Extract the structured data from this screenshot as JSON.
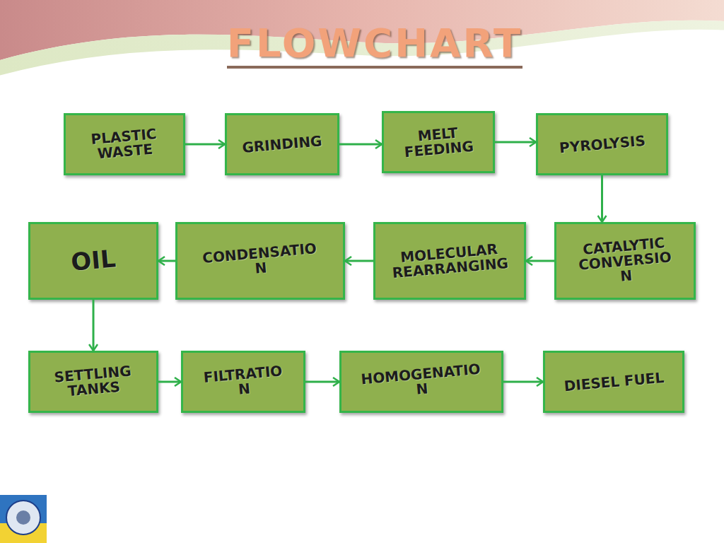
{
  "diagram": {
    "title": "FLOWCHART",
    "nodes": [
      {
        "text": [
          "PLASTIC WASTE"
        ]
      },
      {
        "text": [
          "GRINDING"
        ]
      },
      {
        "text": [
          "MELT FEEDING"
        ]
      },
      {
        "text": [
          "PYROLYSIS"
        ]
      },
      {
        "text": [
          "OIL"
        ]
      },
      {
        "text": [
          "CONDENSATIO N"
        ]
      },
      {
        "text": [
          "MOLECULAR REARRANGING"
        ]
      },
      {
        "text": [
          "CATALYTIC CONVERSIO N"
        ]
      },
      {
        "text": [
          "SETTLING TANKS"
        ]
      },
      {
        "text": [
          "FILTRATIO N"
        ]
      },
      {
        "text": [
          "HOMOGENATIO N"
        ]
      },
      {
        "text": [
          "DIESEL FUEL"
        ]
      }
    ],
    "edges": [
      {
        "from": 0,
        "to": 1,
        "arrow": "to"
      },
      {
        "from": 1,
        "to": 2,
        "arrow": "to"
      },
      {
        "from": 2,
        "to": 3,
        "arrow": "to"
      },
      {
        "from": 3,
        "to": 7,
        "arrow": "to"
      },
      {
        "from": 7,
        "to": 6,
        "arrow": "to"
      },
      {
        "from": 6,
        "to": 5,
        "arrow": "to"
      },
      {
        "from": 5,
        "to": 4,
        "arrow": "to"
      },
      {
        "from": 4,
        "to": 8,
        "arrow": "to"
      },
      {
        "from": 8,
        "to": 9,
        "arrow": "to"
      },
      {
        "from": 9,
        "to": 10,
        "arrow": "to"
      },
      {
        "from": 10,
        "to": 11,
        "arrow": "to"
      }
    ]
  }
}
